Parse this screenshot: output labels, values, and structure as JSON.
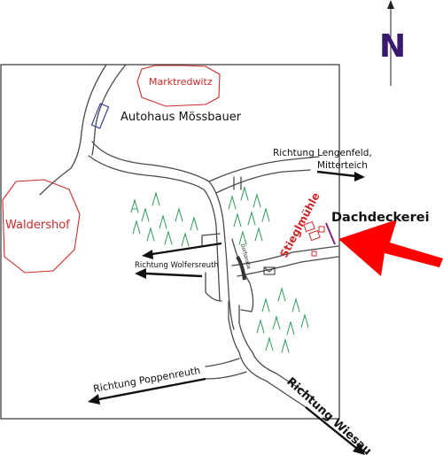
{
  "compass": {
    "letter": "N"
  },
  "labels": {
    "marktredwitz": "Marktredwitz",
    "autohaus": "Autohaus Mössbauer",
    "waldershof": "Waldershof",
    "lengenfeld_line1": "Richtung Lengenfeld,",
    "lengenfeld_line2": "Mitterteich",
    "dachdeckerei": "Dachdeckerei",
    "stieglmuehle": "Stieglmühle",
    "wolfersreuth": "Richtung Wolfersreuth",
    "poppenreuth": "Richtung Poppenreuth",
    "wiesau": "Richtung Wiesau",
    "small_road": "Dorfstraße"
  },
  "colors": {
    "town_outline": "#cc2a2a",
    "compass": "#3a1a6e",
    "marker_arrow": "#ff0000",
    "tree_green": "#2e9a57",
    "autohaus_box": "#33449a"
  },
  "icons": {
    "compass": "compass-n-icon",
    "marker": "big-red-arrow-icon",
    "mail": "envelope-icon"
  }
}
